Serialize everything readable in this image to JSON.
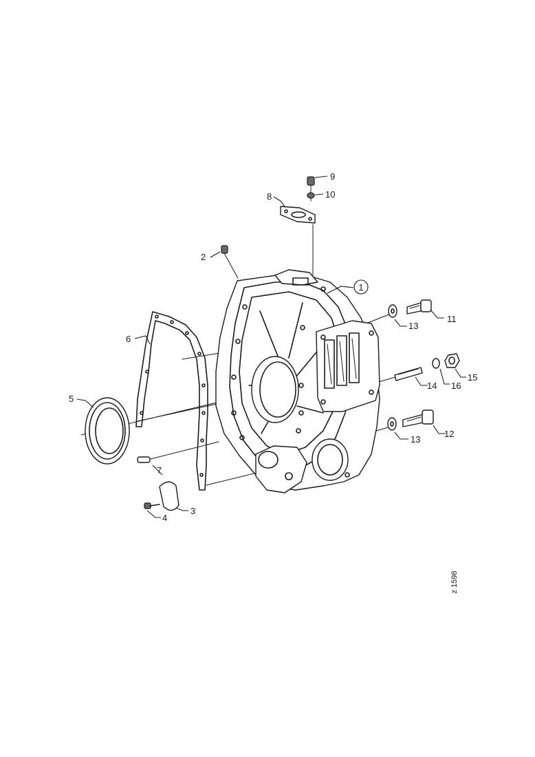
{
  "callouts": {
    "p1": "1",
    "p2": "2",
    "p3": "3",
    "p4": "4",
    "p5": "5",
    "p6": "6",
    "p7": "7",
    "p8": "8",
    "p9": "9",
    "p10": "10",
    "p11": "11",
    "p12": "12",
    "p13a": "13",
    "p13b": "13",
    "p14": "14",
    "p15": "15",
    "p16": "16"
  },
  "drawing_code": "z 1598"
}
